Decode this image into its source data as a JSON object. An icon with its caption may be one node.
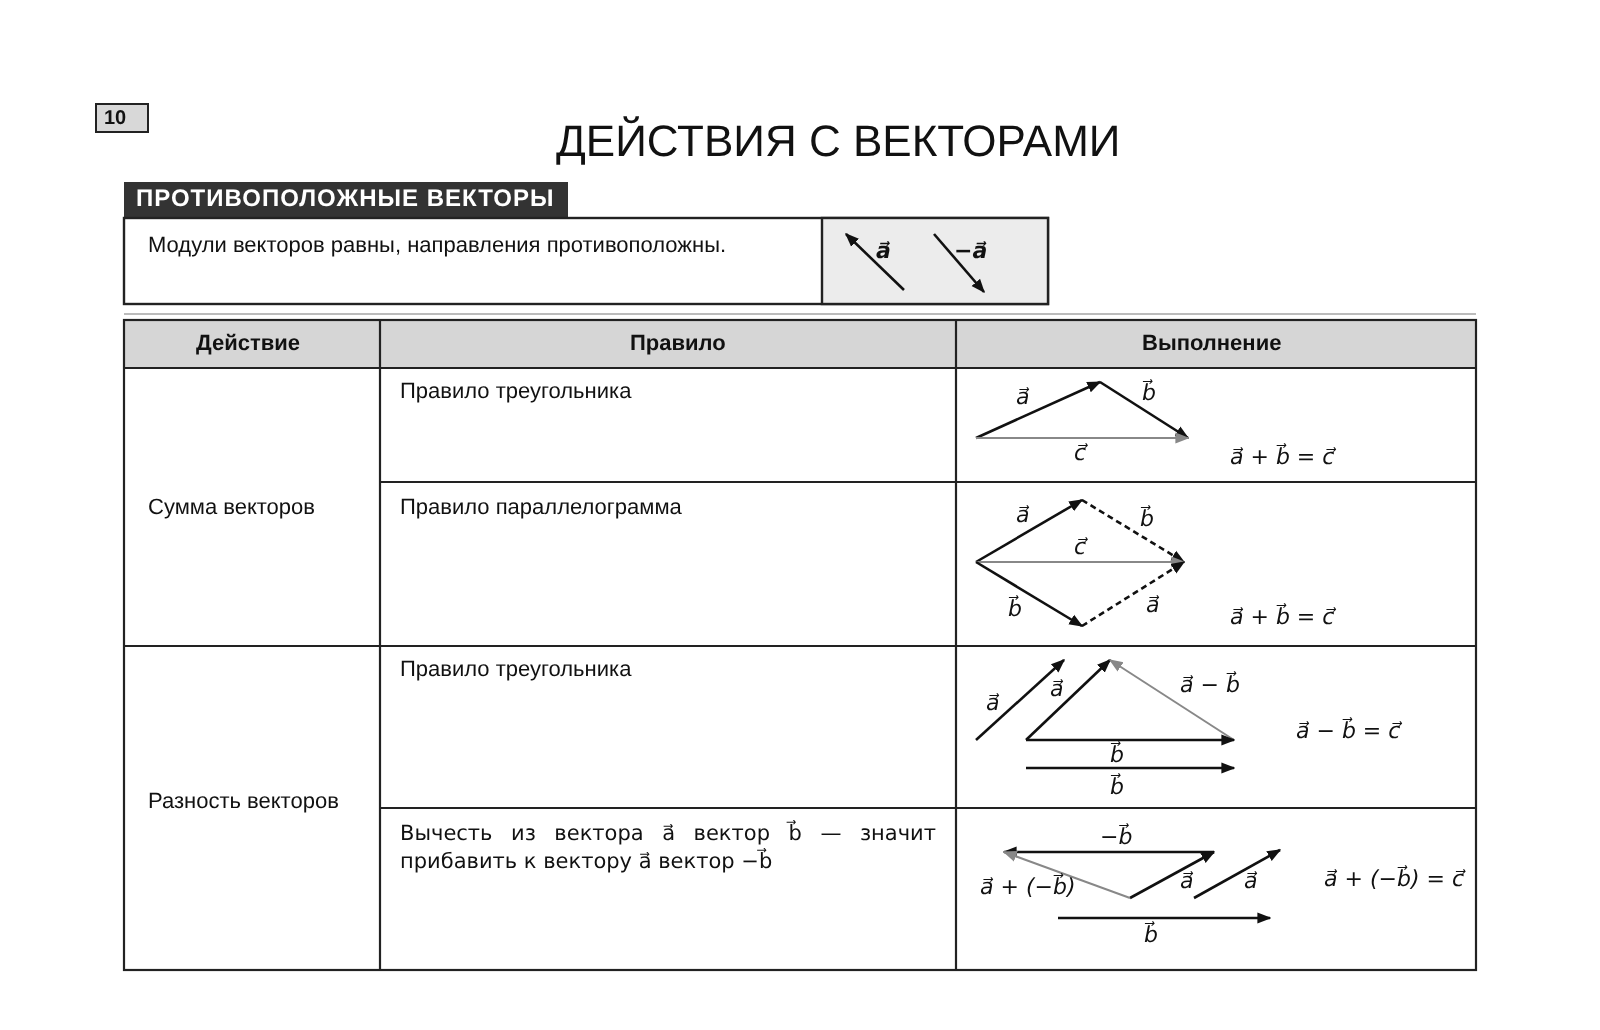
{
  "diagram": {
    "title": "ДЕЙСТВИЯ С ВЕКТОРАМИ",
    "labels": [
      "10",
      "ПРОТИВОПОЛОЖНЫЕ ВЕКТОРЫ",
      "Модули векторов равны, направления противоположны.",
      "a⃗",
      "−a⃗",
      "Действие",
      "Правило",
      "Выполнение",
      "Сумма векторов",
      "Правило треугольника",
      "a⃗",
      "b⃗",
      "c⃗",
      "a⃗ + b⃗ = c⃗",
      "Правило параллелограмма",
      "a⃗",
      "b⃗",
      "c⃗",
      "b⃗",
      "a⃗",
      "a⃗ + b⃗ = c⃗",
      "Разность векторов",
      "Правило треугольника",
      "a⃗",
      "a⃗",
      "a⃗ − b⃗",
      "b⃗",
      "b⃗",
      "a⃗ − b⃗ = c⃗",
      "Вычесть из вектора a⃗ вектор b⃗ — значит прибавить к вектору a⃗ вектор −b⃗",
      "−b⃗",
      "a⃗ + (−b⃗)",
      "a⃗",
      "a⃗",
      "b⃗",
      "a⃗ + (−b⃗) = c⃗"
    ]
  }
}
